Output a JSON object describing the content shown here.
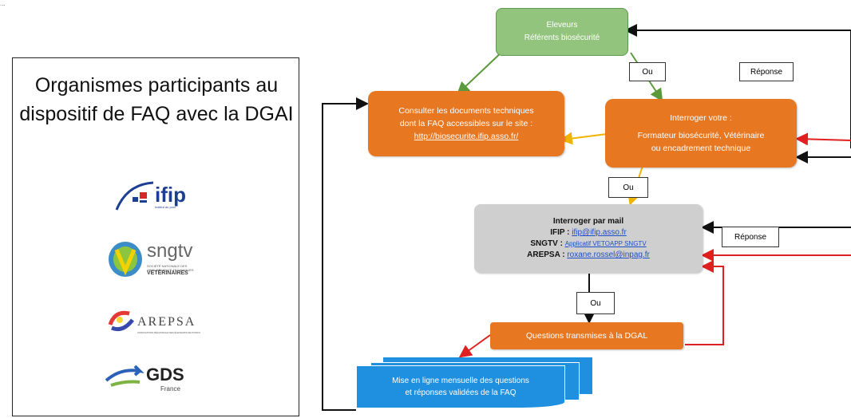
{
  "topline": "...",
  "panel": {
    "title": "Organismes participants au dispositif de FAQ avec la DGAI",
    "logos": [
      {
        "name": "ifip",
        "text": "ifip",
        "sub": "Institut du porc",
        "color": "#1d3f93"
      },
      {
        "name": "sngtv",
        "text": "sngtv",
        "sub1": "SOCIÉTÉ NATIONALE DES GROUPEMENTS TECHNIQUES",
        "sub2": "VÉTÉRINAIRES",
        "color": "#555"
      },
      {
        "name": "arepsa",
        "text": "AREPSA",
        "sub": "ASSOCIATION RÉGIONALE DES ÉLEVEURS DE PORCS",
        "color": "#333"
      },
      {
        "name": "gds",
        "text": "GDS",
        "sub": "France",
        "color": "#222"
      }
    ]
  },
  "flow": {
    "eleveurs": {
      "line1": "Eleveurs",
      "line2": "Référents biosécurité"
    },
    "consulter": {
      "line1": "Consulter les documents techniques",
      "line2": "dont la FAQ accessibles sur le site :",
      "link": "http://biosecurite.ifip.asso.fr/"
    },
    "interroger": {
      "line1": "Interroger votre :",
      "line2": "Formateur biosécurité, Vétérinaire",
      "line3": "ou encadrement technique"
    },
    "mail": {
      "title": "Interroger par mail",
      "ifip_label": "IFIP :",
      "ifip_link": "ifip@ifip.asso.fr",
      "sngtv_label": "SNGTV :",
      "sngtv_link": "Applicatif VETOAPP SNGTV",
      "arepsa_label": "AREPSA :",
      "arepsa_link": "roxane.rossel@inpag.fr"
    },
    "questions": "Questions transmises à la DGAL",
    "mise": {
      "line1": "Mise en ligne mensuelle des questions",
      "line2": "et réponses validées de la FAQ"
    },
    "labels": {
      "ou1": "Ou",
      "ou2": "Ou",
      "ou3": "Ou",
      "reponse1": "Réponse",
      "reponse2": "Réponse"
    }
  },
  "colors": {
    "orange": "#E87722",
    "green": "#93C47D",
    "grey": "#cfcfcf",
    "blue": "#1f8fe0",
    "red_arrow": "#e02020",
    "yellow_arrow": "#f0b400",
    "green_arrow": "#5a9a3c"
  }
}
